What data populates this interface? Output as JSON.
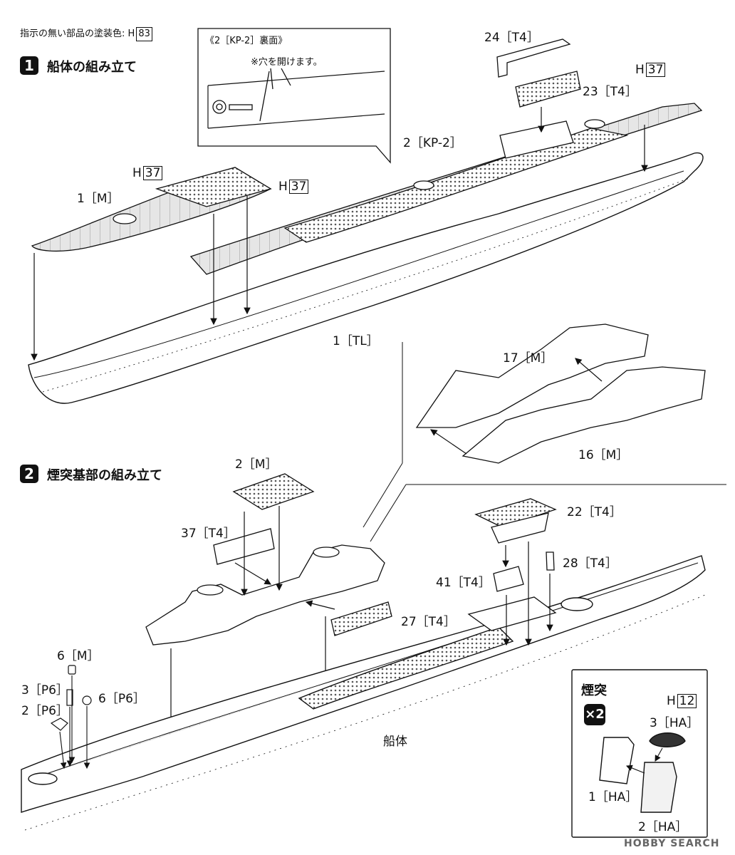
{
  "paint_note": {
    "label": "指示の無い部品の塗装色:",
    "prefix": "H",
    "code": "83"
  },
  "step1": {
    "number": "1",
    "title": "船体の組み立て"
  },
  "step2": {
    "number": "2",
    "title": "煙突基部の組み立て"
  },
  "callout": {
    "title": "《2［KP-2］裏面》",
    "note": "※穴を開けます。"
  },
  "parts": {
    "p24_t4": "24［T4］",
    "p23_t4": "23［T4］",
    "p2_kp2": "2［KP-2］",
    "p1_m": "1［M］",
    "p1_tl": "1［TL］",
    "p17_m": "17［M］",
    "p16_m": "16［M］",
    "p2_m": "2［M］",
    "p37_t4": "37［T4］",
    "p27_t4": "27［T4］",
    "p22_t4": "22［T4］",
    "p28_t4": "28［T4］",
    "p41_t4": "41［T4］",
    "p6_m": "6［M］",
    "p3_p6": "3［P6］",
    "p2_p6": "2［P6］",
    "p6_p6": "6［P6］",
    "p3_ha": "3［HA］",
    "p1_ha": "1［HA］",
    "p2_ha": "2［HA］"
  },
  "colors": {
    "h37_a": {
      "prefix": "H",
      "code": "37"
    },
    "h37_b": {
      "prefix": "H",
      "code": "37"
    },
    "h37_c": {
      "prefix": "H",
      "code": "37"
    },
    "h12": {
      "prefix": "H",
      "code": "12"
    }
  },
  "hull_label": "船体",
  "funnel_box": {
    "title": "煙突",
    "multiplier": "×2"
  },
  "watermark": "HOBBY SEARCH"
}
